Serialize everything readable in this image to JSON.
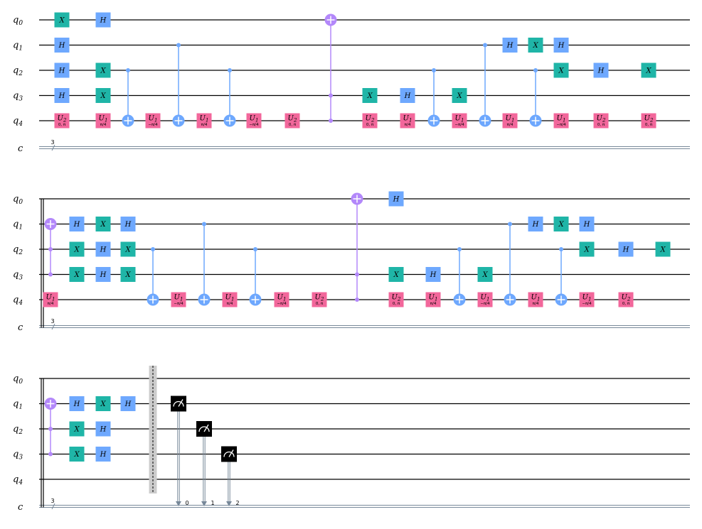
{
  "qubit_labels": [
    "q0",
    "q1",
    "q2",
    "q3",
    "q4"
  ],
  "classical_label": "c",
  "classical_width": "3",
  "gate_texts": {
    "x": "X",
    "h": "H",
    "u": "U",
    "u1_sub": "1",
    "u2_sub": "2",
    "p_pi4": "π/4",
    "p_mpi4": "−π/4",
    "p_0pi": "0, π"
  },
  "measure_bits": [
    "0",
    "1",
    "2"
  ],
  "colors": {
    "x_gate": "#1fb5a7",
    "h_gate": "#6ea8fe",
    "u_gate": "#f2679b",
    "cx": "#6ea8fe",
    "ccx": "#b388fa",
    "measure": "#000000",
    "barrier": "#cccccc",
    "wire": "#000000",
    "classical_wire": "#778899"
  },
  "rows": [
    {
      "ops": [
        {
          "t": "x",
          "q": 0
        },
        {
          "t": "h",
          "q": 1
        },
        {
          "t": "h",
          "q": 2
        },
        {
          "t": "h",
          "q": 3
        },
        {
          "t": "u2",
          "q": 4
        },
        {
          "t": "h",
          "q": 0
        },
        {
          "t": "x",
          "q": 2
        },
        {
          "t": "x",
          "q": 3
        },
        {
          "t": "u1p",
          "q": 4
        },
        {
          "t": "cx",
          "c": 2,
          "tg": 4
        },
        {
          "t": "u1m",
          "q": 4
        },
        {
          "t": "cx",
          "c": 1,
          "tg": 4
        },
        {
          "t": "u1p",
          "q": 4
        },
        {
          "t": "cx",
          "c": 2,
          "tg": 4
        },
        {
          "t": "u1m",
          "q": 4
        },
        {
          "t": "u2",
          "q": 4
        },
        {
          "t": "ccx",
          "c": [
            3,
            4
          ],
          "tg": 0
        },
        {
          "t": "x",
          "q": 3
        },
        {
          "t": "u2",
          "q": 4
        },
        {
          "t": "h",
          "q": 3
        },
        {
          "t": "u1p",
          "q": 4
        },
        {
          "t": "cx",
          "c": 2,
          "tg": 4
        },
        {
          "t": "x",
          "q": 3
        },
        {
          "t": "u1m",
          "q": 4
        },
        {
          "t": "cx",
          "c": 1,
          "tg": 4
        },
        {
          "t": "h",
          "q": 1
        },
        {
          "t": "u1p",
          "q": 4
        },
        {
          "t": "x",
          "q": 1
        },
        {
          "t": "cx",
          "c": 2,
          "tg": 4
        },
        {
          "t": "h",
          "q": 1
        },
        {
          "t": "x",
          "q": 2
        },
        {
          "t": "u1m",
          "q": 4
        },
        {
          "t": "h",
          "q": 2
        },
        {
          "t": "u2",
          "q": 4
        },
        {
          "t": "x",
          "q": 2
        },
        {
          "t": "u2",
          "q": 4
        }
      ]
    },
    {
      "ops": [
        {
          "t": "ccx",
          "c": [
            2,
            3
          ],
          "tg": 1
        },
        {
          "t": "u1p",
          "q": 4
        },
        {
          "t": "h",
          "q": 1
        },
        {
          "t": "x",
          "q": 2
        },
        {
          "t": "x",
          "q": 3
        },
        {
          "t": "x",
          "q": 1
        },
        {
          "t": "h",
          "q": 2
        },
        {
          "t": "h",
          "q": 3
        },
        {
          "t": "h",
          "q": 1
        },
        {
          "t": "x",
          "q": 2
        },
        {
          "t": "x",
          "q": 3
        },
        {
          "t": "cx",
          "c": 2,
          "tg": 4
        },
        {
          "t": "u1m",
          "q": 4
        },
        {
          "t": "cx",
          "c": 1,
          "tg": 4
        },
        {
          "t": "u1p",
          "q": 4
        },
        {
          "t": "cx",
          "c": 2,
          "tg": 4
        },
        {
          "t": "u1m",
          "q": 4
        },
        {
          "t": "u2",
          "q": 4
        },
        {
          "t": "ccx",
          "c": [
            3,
            4
          ],
          "tg": 0
        },
        {
          "t": "h",
          "q": 0
        },
        {
          "t": "x",
          "q": 3
        },
        {
          "t": "u2",
          "q": 4
        },
        {
          "t": "h",
          "q": 3
        },
        {
          "t": "u1p",
          "q": 4
        },
        {
          "t": "cx",
          "c": 2,
          "tg": 4
        },
        {
          "t": "x",
          "q": 3
        },
        {
          "t": "u1m",
          "q": 4
        },
        {
          "t": "cx",
          "c": 1,
          "tg": 4
        },
        {
          "t": "h",
          "q": 1
        },
        {
          "t": "u1p",
          "q": 4
        },
        {
          "t": "x",
          "q": 1
        },
        {
          "t": "cx",
          "c": 2,
          "tg": 4
        },
        {
          "t": "h",
          "q": 1
        },
        {
          "t": "x",
          "q": 2
        },
        {
          "t": "u1m",
          "q": 4
        },
        {
          "t": "h",
          "q": 2
        },
        {
          "t": "u2",
          "q": 4
        },
        {
          "t": "x",
          "q": 2
        }
      ]
    },
    {
      "ops": [
        {
          "t": "ccx",
          "c": [
            2,
            3
          ],
          "tg": 1
        },
        {
          "t": "h",
          "q": 1
        },
        {
          "t": "x",
          "q": 2
        },
        {
          "t": "x",
          "q": 3
        },
        {
          "t": "x",
          "q": 1
        },
        {
          "t": "h",
          "q": 2
        },
        {
          "t": "h",
          "q": 3
        },
        {
          "t": "h",
          "q": 1
        },
        {
          "t": "barrier"
        },
        {
          "t": "measure",
          "q": 1,
          "b": 0
        },
        {
          "t": "measure",
          "q": 2,
          "b": 1
        },
        {
          "t": "measure",
          "q": 3,
          "b": 2
        }
      ]
    }
  ]
}
